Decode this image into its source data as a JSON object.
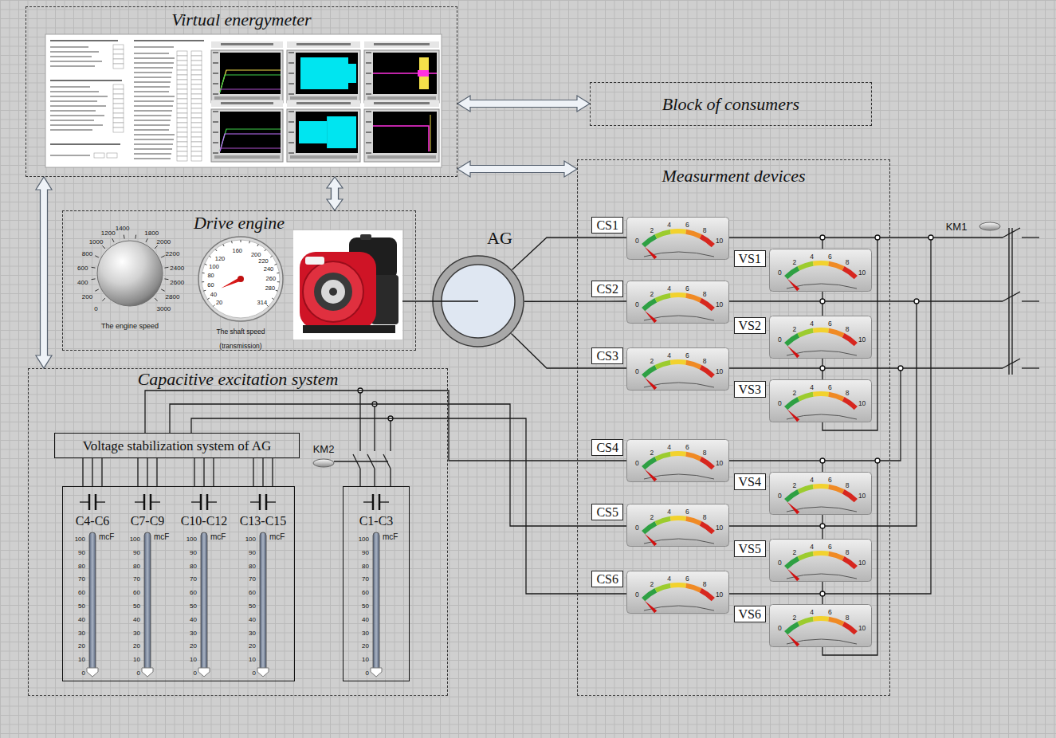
{
  "diagram": {
    "nodes": [
      {
        "text": [
          "Virtual energymeter"
        ]
      },
      {
        "text": [
          "Block of consumers"
        ]
      },
      {
        "text": [
          "Measurment devices"
        ]
      },
      {
        "text": [
          "CS1",
          "0",
          "2",
          "4",
          "6",
          "8",
          "10"
        ],
        "in": 2
      },
      {
        "text": [
          "VS1",
          "0",
          "2",
          "4",
          "6",
          "8",
          "10"
        ],
        "in": 2
      },
      {
        "text": [
          "CS2",
          "0",
          "2",
          "4",
          "6",
          "8",
          "10"
        ],
        "in": 2
      },
      {
        "text": [
          "VS2",
          "0",
          "2",
          "4",
          "6",
          "8",
          "10"
        ],
        "in": 2
      },
      {
        "text": [
          "CS3",
          "0",
          "2",
          "4",
          "6",
          "8",
          "10"
        ],
        "in": 2
      },
      {
        "text": [
          "VS3",
          "0",
          "2",
          "4",
          "6",
          "8",
          "10"
        ],
        "in": 2
      },
      {
        "text": [
          "CS4",
          "0",
          "2",
          "4",
          "6",
          "8",
          "10"
        ],
        "in": 2
      },
      {
        "text": [
          "VS4",
          "0",
          "2",
          "4",
          "6",
          "8",
          "10"
        ],
        "in": 2
      },
      {
        "text": [
          "CS5",
          "0",
          "2",
          "4",
          "6",
          "8",
          "10"
        ],
        "in": 2
      },
      {
        "text": [
          "VS5",
          "0",
          "2",
          "4",
          "6",
          "8",
          "10"
        ],
        "in": 2
      },
      {
        "text": [
          "CS6",
          "0",
          "2",
          "4",
          "6",
          "8",
          "10"
        ],
        "in": 2
      },
      {
        "text": [
          "VS6",
          "0",
          "2",
          "4",
          "6",
          "8",
          "10"
        ],
        "in": 2
      },
      {
        "text": [
          "Drive engine"
        ]
      },
      {
        "text": [
          "AG"
        ]
      },
      {
        "text": [
          "Capacitive excitation system"
        ]
      },
      {
        "text": [
          "Voltage stabilization system of AG"
        ],
        "in": 17
      },
      {
        "text": [
          "C4-C6",
          "C7-C9",
          "C10-C12",
          "C13-C15"
        ],
        "in": 17
      },
      {
        "text": [
          "C1-C3"
        ],
        "in": 17
      }
    ],
    "edges": [
      {
        "from": 0,
        "to": 1,
        "arrow": "both"
      },
      {
        "from": 0,
        "to": 2,
        "arrow": "both"
      },
      {
        "from": 0,
        "to": 15,
        "arrow": "both"
      },
      {
        "from": 0,
        "to": 17,
        "arrow": "both"
      },
      {
        "from": 16,
        "to": 3,
        "arrow": "none"
      },
      {
        "from": 16,
        "to": 5,
        "arrow": "none"
      },
      {
        "from": 16,
        "to": 7,
        "arrow": "none"
      },
      {
        "from": 18,
        "to": 9,
        "arrow": "none"
      },
      {
        "from": 18,
        "to": 11,
        "arrow": "none"
      },
      {
        "from": 18,
        "to": 13,
        "arrow": "none"
      }
    ],
    "labels": [
      "The engine speed",
      "0",
      "200",
      "400",
      "600",
      "800",
      "1000",
      "1200",
      "1400",
      "1800",
      "2000",
      "2200",
      "2400",
      "2600",
      "2800",
      "3000",
      "The shaft speed (transmission)",
      "20",
      "40",
      "60",
      "80",
      "100",
      "120",
      "160",
      "200",
      "220",
      "240",
      "260",
      "280",
      "314",
      "KM1",
      "KM2",
      "mcF",
      "100",
      "90",
      "80",
      "70",
      "60",
      "50",
      "40",
      "30",
      "20",
      "10",
      "0",
      "mcF",
      "100",
      "90",
      "80",
      "70",
      "60",
      "50",
      "40",
      "30",
      "20",
      "10",
      "0",
      "mcF",
      "100",
      "90",
      "80",
      "70",
      "60",
      "50",
      "40",
      "30",
      "20",
      "10",
      "0",
      "mcF",
      "100",
      "90",
      "80",
      "70",
      "60",
      "50",
      "40",
      "30",
      "20",
      "10",
      "0",
      "mcF",
      "100",
      "90",
      "80",
      "70",
      "60",
      "50",
      "40",
      "30",
      "20",
      "10",
      "0"
    ]
  }
}
